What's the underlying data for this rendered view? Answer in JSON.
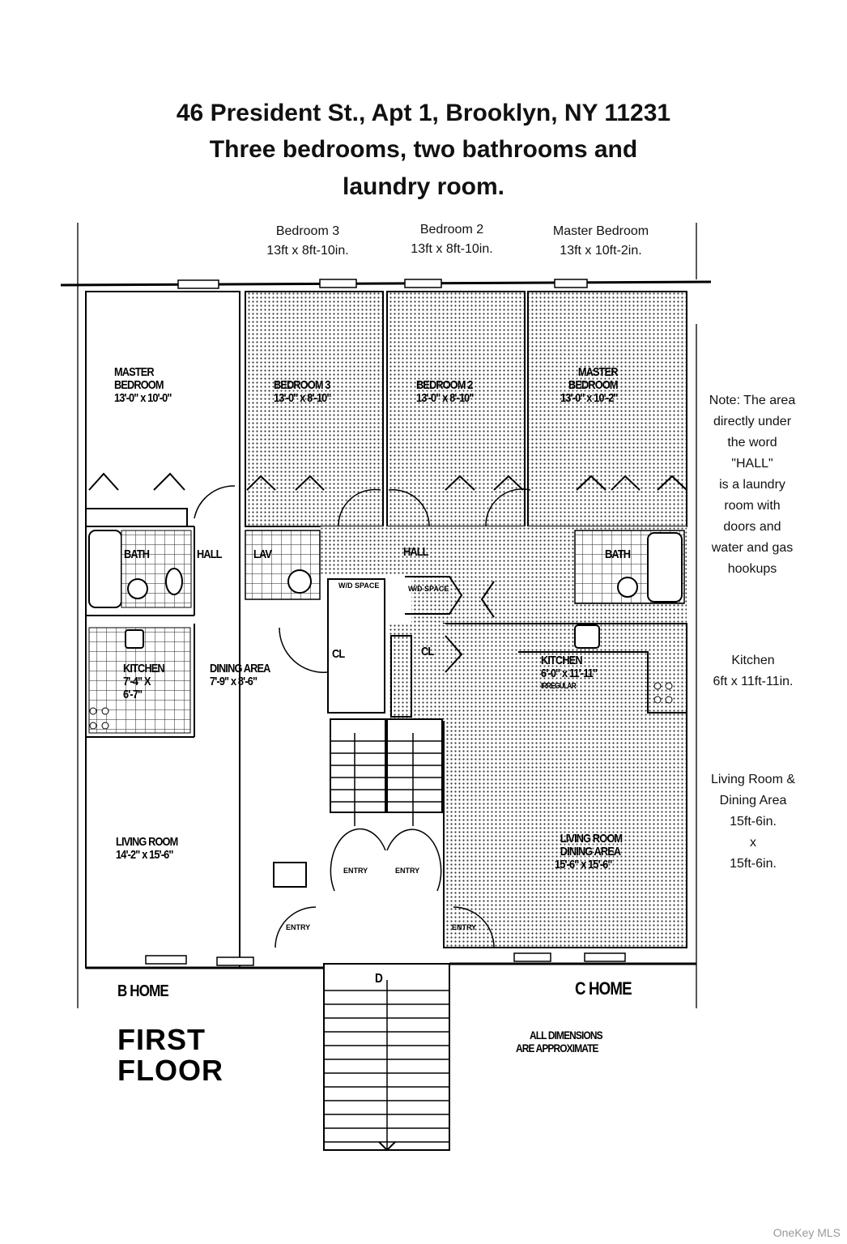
{
  "header": {
    "address": "46 President St., Apt 1, Brooklyn, NY 11231",
    "summary_line1": "Three bedrooms, two bathrooms and",
    "summary_line2": "laundry room."
  },
  "top_labels": [
    {
      "name": "Bedroom 3",
      "size": "13ft x 8ft-10in."
    },
    {
      "name": "Bedroom 2",
      "size": "13ft x 8ft-10in."
    },
    {
      "name": "Master Bedroom",
      "size": "13ft x 10ft-2in."
    }
  ],
  "side_notes": {
    "laundry_note": [
      "Note: The area",
      "directly under",
      "the word",
      "\"HALL\"",
      "is a laundry",
      "room with",
      "doors and",
      "water and gas",
      "hookups"
    ],
    "kitchen": [
      "Kitchen",
      "6ft x 11ft-11in."
    ],
    "living": [
      "Living Room &",
      "Dining Area",
      "15ft-6in.",
      "x",
      "15ft-6in."
    ]
  },
  "plan": {
    "b_home": {
      "master_bedroom": {
        "name1": "MASTER",
        "name2": "BEDROOM",
        "size": "13'-0\" x 10'-0\""
      },
      "bath": "BATH",
      "hall": "HALL",
      "closet": "CL",
      "kitchen": {
        "name": "KITCHEN",
        "size1": "7'-4\" X",
        "size2": "6'-7\""
      },
      "dining": {
        "name": "DINING AREA",
        "size": "7'-9\" x 8'-6\""
      },
      "living": {
        "name": "LIVING ROOM",
        "size": "14'-2\" x 15'-6\""
      },
      "entry": "ENTRY",
      "home_label": "B HOME"
    },
    "c_home": {
      "bedroom3": {
        "name": "BEDROOM 3",
        "size": "13'-0\" x 8'-10\""
      },
      "bedroom2": {
        "name": "BEDROOM 2",
        "size": "13'-0\" x 8'-10\""
      },
      "master_bedroom": {
        "name1": "MASTER",
        "name2": "BEDROOM",
        "size": "13'-0\" x 10'-2\""
      },
      "hall": "HALL",
      "lav": "LAV",
      "bath": "BATH",
      "wd_space": "W/D SPACE",
      "closet": "CL",
      "kitchen": {
        "name": "KITCHEN",
        "size": "6'-0\" x 11'-11\"",
        "note": "IRREGULAR"
      },
      "living": {
        "name1": "LIVING ROOM",
        "name2": "DINING AREA",
        "size": "15'-6\" x 15'-6\""
      },
      "entry": "ENTRY",
      "home_label": "C HOME"
    },
    "stair_label": "D",
    "floor_label1": "FIRST",
    "floor_label2": "FLOOR",
    "disclaimer1": "ALL DIMENSIONS",
    "disclaimer2": "ARE APPROXIMATE"
  },
  "watermark": "OneKey MLS"
}
